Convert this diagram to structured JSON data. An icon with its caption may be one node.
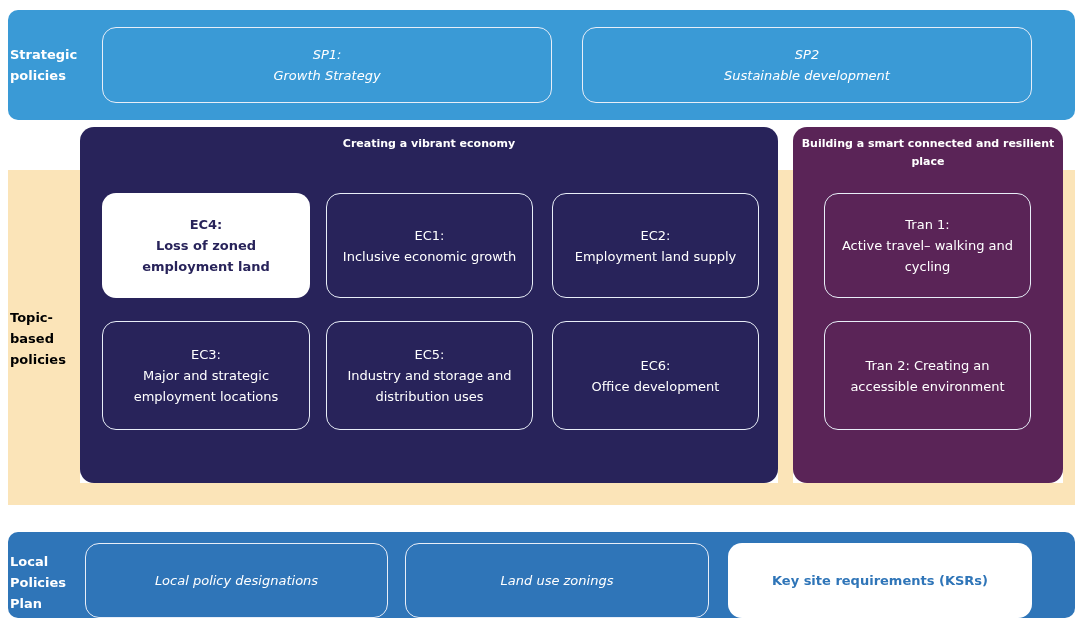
{
  "diagram": {
    "nodes": [
      {
        "text": [
          "Strategic policies"
        ]
      },
      {
        "text": [
          "SP1:",
          "Growth Strategy"
        ],
        "in": 0
      },
      {
        "text": [
          "SP2",
          "Sustainable development"
        ],
        "in": 0
      },
      {
        "text": [
          "Topic-based policies"
        ]
      },
      {
        "text": [
          "Creating a vibrant economy"
        ]
      },
      {
        "text": [
          "EC4:",
          "Loss of zoned employment land"
        ],
        "in": 4
      },
      {
        "text": [
          "EC1:",
          "Inclusive economic growth"
        ],
        "in": 4
      },
      {
        "text": [
          "EC2:",
          "Employment land supply"
        ],
        "in": 4
      },
      {
        "text": [
          "EC3:",
          "Major and strategic employment locations"
        ],
        "in": 4
      },
      {
        "text": [
          "EC5:",
          "Industry and storage and distribution uses"
        ],
        "in": 4
      },
      {
        "text": [
          "EC6:",
          "Office development"
        ],
        "in": 4
      },
      {
        "text": [
          "Building a smart connected and resilient place"
        ]
      },
      {
        "text": [
          "Tran 1:",
          "Active travel– walking and cycling"
        ],
        "in": 11
      },
      {
        "text": [
          "Tran 2: Creating an accessible environment"
        ],
        "in": 11
      },
      {
        "text": [
          "Local Policies Plan"
        ]
      },
      {
        "text": [
          "Local policy designations"
        ],
        "in": 14
      },
      {
        "text": [
          "Land use zonings"
        ],
        "in": 14
      },
      {
        "text": [
          "Key site requirements (KSRs)"
        ],
        "in": 14
      }
    ]
  }
}
